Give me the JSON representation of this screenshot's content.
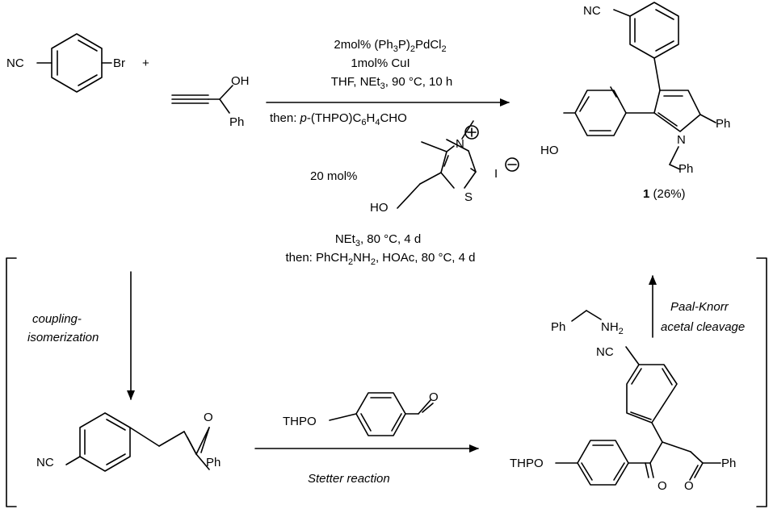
{
  "top_arrow_conditions": {
    "line1": "2mol% (Ph3P)2PdCl2",
    "line2": "1mol% CuI",
    "line3": "THF, NEt3, 90 °C, 10 h",
    "line4_prefix": "then: ",
    "line4_italic": "p",
    "line4_rest": "-(THPO)C6H4CHO"
  },
  "catalyst": {
    "loading": "20 mol%",
    "counter_ion": "I",
    "conditions_line1": "NEt3, 80 °C, 4 d",
    "conditions_line2": "then: PhCH2NH2, HOAc, 80 °C, 4 d"
  },
  "starting_materials": {
    "aryl_bromide": {
      "left_group": "NC",
      "right_group": "Br"
    },
    "plus": "+",
    "propargyl_alcohol": {
      "oh": "OH",
      "ph": "Ph"
    }
  },
  "product": {
    "groups": {
      "nc": "NC",
      "ho": "HO",
      "ph": "Ph",
      "n": "N",
      "bn": "Ph"
    },
    "compound_number": "1",
    "yield": " (26%)"
  },
  "steps": {
    "coupling_line1": "coupling-",
    "coupling_line2": "isomerization",
    "paal_line1": "Paal-Knorr",
    "paal_line2": "acetal cleavage",
    "stetter": "Stetter reaction",
    "benzylamine_ph": "Ph",
    "benzylamine_nh2": "NH2"
  },
  "chalcone": {
    "nc": "NC",
    "o": "O",
    "ph": "Ph"
  },
  "aldehyde": {
    "thpo": "THPO",
    "o": "O"
  },
  "diketone": {
    "nc": "NC",
    "thpo": "THPO",
    "o1": "O",
    "o2": "O",
    "ph": "Ph"
  }
}
